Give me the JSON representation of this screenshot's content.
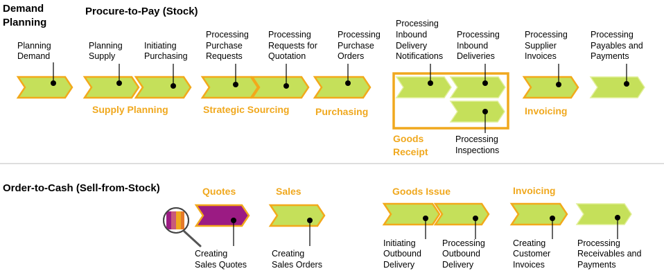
{
  "headers": {
    "demand_planning": [
      "Demand",
      "Planning"
    ],
    "procure_to_pay": "Procure-to-Pay (Stock)",
    "order_to_cash": "Order-to-Cash (Sell-from-Stock)"
  },
  "p2p_steps": {
    "planning_demand": [
      "Planning",
      "Demand"
    ],
    "planning_supply": [
      "Planning",
      "Supply"
    ],
    "initiating_purchasing": [
      "Initiating",
      "Purchasing"
    ],
    "processing_purchase_requests": [
      "Processing",
      "Purchase",
      "Requests"
    ],
    "processing_rfq": [
      "Processing",
      "Requests for",
      "Quotation"
    ],
    "processing_purchase_orders": [
      "Processing",
      "Purchase",
      "Orders"
    ],
    "processing_inbound_delivery_notifications": [
      "Processing",
      "Inbound",
      "Delivery",
      "Notifications"
    ],
    "processing_inbound_deliveries": [
      "Processing",
      "Inbound",
      "Deliveries"
    ],
    "processing_supplier_invoices": [
      "Processing",
      "Supplier",
      "Invoices"
    ],
    "processing_payables": [
      "Processing",
      "Payables and",
      "Payments"
    ],
    "processing_inspections": [
      "Processing",
      "Inspections"
    ]
  },
  "p2p_groups": {
    "supply_planning": "Supply Planning",
    "strategic_sourcing": "Strategic Sourcing",
    "purchasing": "Purchasing",
    "goods_receipt": [
      "Goods",
      "Receipt"
    ],
    "invoicing": "Invoicing"
  },
  "o2c_groups": {
    "quotes": "Quotes",
    "sales": "Sales",
    "goods_issue": "Goods Issue",
    "invoicing": "Invoicing"
  },
  "o2c_steps": {
    "creating_sales_quotes": [
      "Creating",
      "Sales Quotes"
    ],
    "creating_sales_orders": [
      "Creating",
      "Sales Orders"
    ],
    "initiating_outbound_delivery": [
      "Initiating",
      "Outbound",
      "Delivery"
    ],
    "processing_outbound_delivery": [
      "Processing",
      "Outbound",
      "Delivery"
    ],
    "creating_customer_invoices": [
      "Creating",
      "Customer",
      "Invoices"
    ],
    "processing_receivables": [
      "Processing",
      "Receivables and",
      "Payments"
    ]
  },
  "colors": {
    "chevron_green": "#c5e05a",
    "accent_orange": "#f0a81e",
    "quote_purple": "#9b1b83"
  }
}
